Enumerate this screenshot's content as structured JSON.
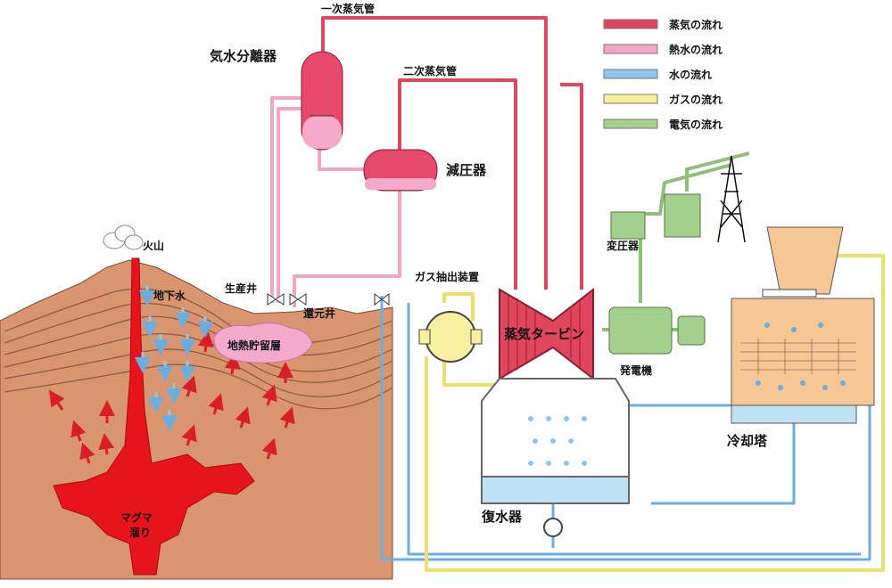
{
  "labels": {
    "primary_steam_pipe": "一次蒸気管",
    "secondary_steam_pipe": "二次蒸気管",
    "separator": "気水分離器",
    "flasher": "減圧器",
    "gas_extractor": "ガス抽出装置",
    "turbine": "蒸気タービン",
    "transformer": "変圧器",
    "generator": "発電機",
    "cooling_tower": "冷却塔",
    "condenser": "復水器",
    "volcano": "火山",
    "groundwater": "地下水",
    "production_well": "生産井",
    "reinjection_well": "還元井",
    "reservoir": "地熱貯留層",
    "magma_line1": "マグマ",
    "magma_line2": "溜り"
  },
  "legend": [
    {
      "label": "蒸気の流れ",
      "color": "#e0475e"
    },
    {
      "label": "熱水の流れ",
      "color": "#f2a6c4"
    },
    {
      "label": "水の流れ",
      "color": "#8fc6ea"
    },
    {
      "label": "ガスの流れ",
      "color": "#f3ef9a"
    },
    {
      "label": "電気の流れ",
      "color": "#a4cf8d"
    }
  ],
  "colors": {
    "steam": "#e0475e",
    "hot_water": "#f2a6c4",
    "water": "#8fc6ea",
    "gas": "#f3ef9a",
    "electricity": "#a4cf8d",
    "ground": "#d9956f",
    "magma": "#e8141c",
    "cooling_tower": "#f6c795"
  }
}
